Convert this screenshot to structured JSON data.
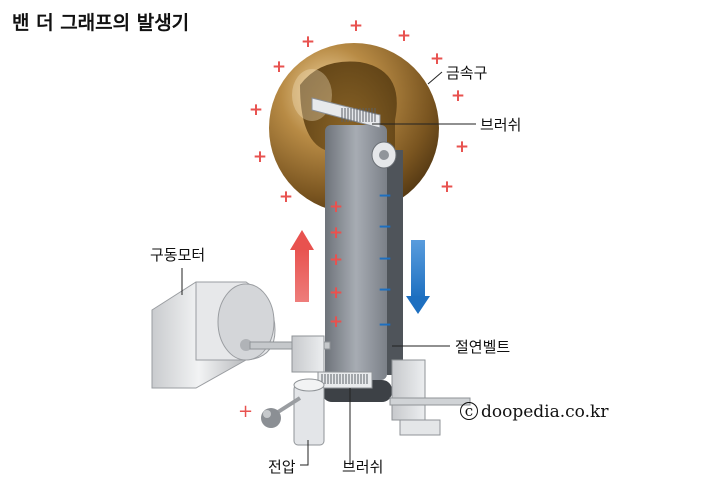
{
  "title": "밴 더 그래프의 발생기",
  "labels": {
    "metal_sphere": "금속구",
    "top_brush": "브러쉬",
    "drive_motor": "구동모터",
    "insulating_belt": "절연벨트",
    "voltage": "전압",
    "bottom_brush": "브러쉬"
  },
  "credit": {
    "symbol": "c",
    "text": "doopedia.co.kr"
  },
  "charges": {
    "positive_symbol": "+",
    "negative_symbol": "−"
  },
  "colors": {
    "positive": "#e8524f",
    "negative": "#1d6fc0",
    "sphere": "#9b7438",
    "belt": "#8a8f96",
    "frame": "#d8dadd"
  }
}
